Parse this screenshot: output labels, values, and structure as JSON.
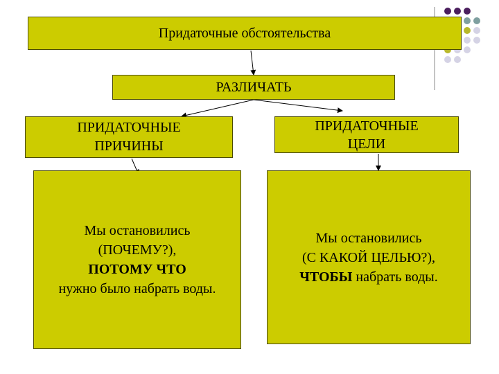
{
  "nodes": {
    "main": "Придаточные обстоятельства",
    "distinguish": "РАЗЛИЧАТЬ",
    "cause": {
      "line1": "ПРИДАТОЧНЫЕ",
      "line2": "ПРИЧИНЫ"
    },
    "purpose": {
      "line1": "ПРИДАТОЧНЫЕ",
      "line2": "ЦЕЛИ"
    },
    "cause_example": {
      "line1": "Мы остановились",
      "line2": "(ПОЧЕМУ?),",
      "line3": "ПОТОМУ ЧТО",
      "line4": "нужно было набрать воды."
    },
    "purpose_example": {
      "line1": "Мы остановились",
      "line2": "(С КАКОЙ ЦЕЛЬЮ?),",
      "line3_bold": "ЧТОБЫ",
      "line3_rest": " набрать воды."
    }
  },
  "colors": {
    "box_fill": "#cccc00",
    "deco_purple": "#4b1f5e",
    "deco_teal": "#7f9fa0",
    "deco_olive": "#b8b82a",
    "deco_lavender": "#d5d3e5"
  }
}
